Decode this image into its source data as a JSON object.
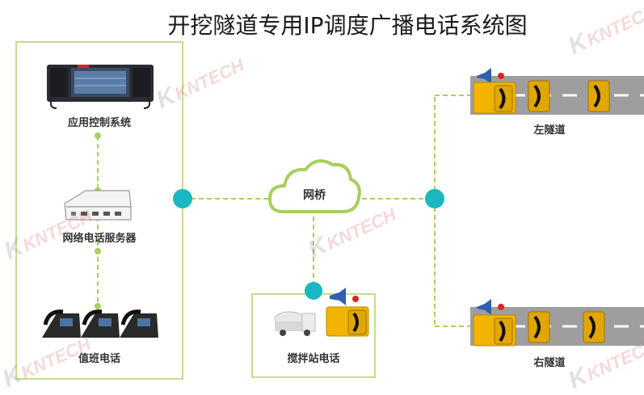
{
  "title": "开挖隧道专用IP调度广播电话系统图",
  "labels": {
    "control": "应用控制系统",
    "server": "网络电话服务器",
    "duty": "值班电话",
    "bridge": "网桥",
    "mixing": "搅拌站电话",
    "left_tunnel": "左隧道",
    "right_tunnel": "右隧道"
  },
  "watermark": "KNTECH",
  "colors": {
    "box_border": "#c6dc8c",
    "link_line": "#a9cf5c",
    "node_teal": "#19b8c0",
    "cloud_stroke": "#a9cf5c",
    "road": "#9e9e9e",
    "phone_yellow": "#f2b400"
  }
}
